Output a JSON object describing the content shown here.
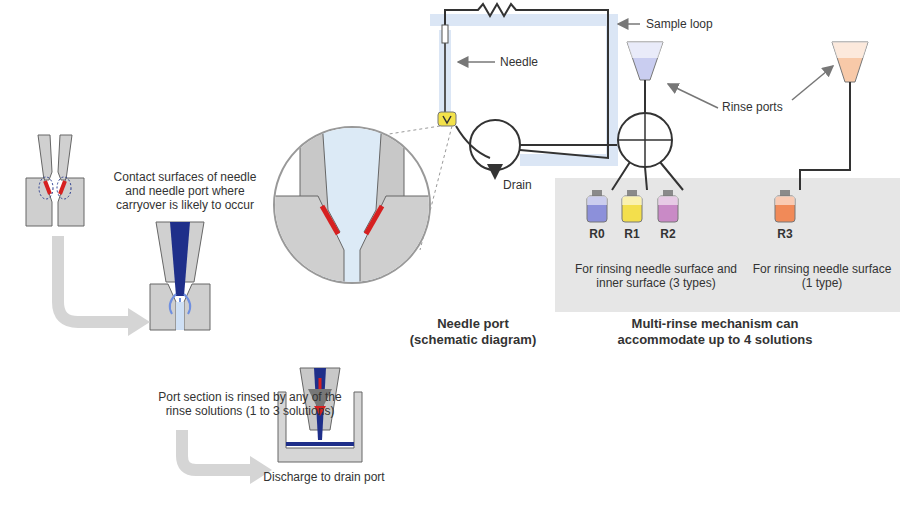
{
  "diagram": {
    "nodes": [
      {
        "text": [
          "Multi-rinse mechanism can accommodate up to 4 solutions"
        ]
      },
      {
        "text": [
          "R0"
        ],
        "in": 0
      },
      {
        "text": [
          "R1"
        ],
        "in": 0
      },
      {
        "text": [
          "R2"
        ],
        "in": 0
      },
      {
        "text": [
          "R3"
        ],
        "in": 0
      }
    ],
    "labels": [
      "Sample loop",
      "Needle",
      "Rinse ports",
      "Drain",
      "Contact surfaces of needle and needle port where carryover is likely to occur",
      "Needle port (schematic diagram)",
      "For rinsing needle surface and inner surface (3 types)",
      "For rinsing needle surface (1 type)",
      "Port section is rinsed by any of the rinse solutions (1 to 3 solutions)",
      "Discharge to drain port"
    ]
  }
}
